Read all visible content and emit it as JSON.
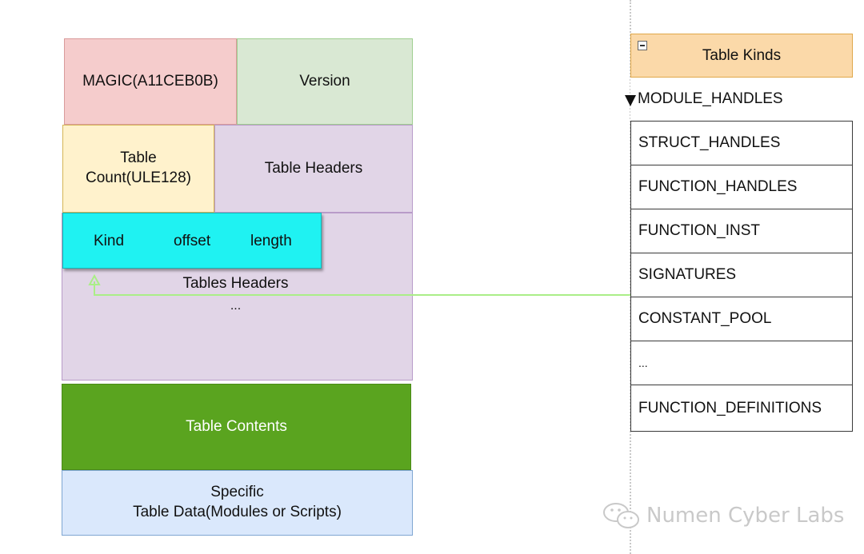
{
  "binary_layout": {
    "magic": "MAGIC(A11CEB0B)",
    "version": "Version",
    "table_count": "Table\nCount(ULE128)",
    "table_headers": "Table Headers",
    "header_entry": {
      "kind": "Kind",
      "offset": "offset",
      "length": "length"
    },
    "tables_headers": "Tables Headers",
    "tables_headers_ellipsis": "...",
    "table_contents": "Table Contents",
    "specific_table_data": "Specific\nTable Data(Modules or  Scripts)"
  },
  "table_kinds": {
    "title": "Table Kinds",
    "items": [
      "MODULE_HANDLES",
      "STRUCT_HANDLES",
      "FUNCTION_HANDLES",
      "FUNCTION_INST",
      "SIGNATURES",
      "CONSTANT_POOL",
      "...",
      "FUNCTION_DEFINITIONS"
    ]
  },
  "watermark": {
    "text": "Numen Cyber Labs",
    "icon": "wechat-icon"
  },
  "colors": {
    "magic_fill": "#f5cccc",
    "magic_border": "#d99b9b",
    "version_fill": "#d9e8d3",
    "version_border": "#9fce90",
    "count_fill": "#fff2cc",
    "count_border": "#d6b656",
    "headers_fill": "#e1d5e7",
    "headers_border": "#b89bc9",
    "entry_fill": "#1ff2f2",
    "contents_fill": "#5aa41f",
    "data_fill": "#dae8fc",
    "data_border": "#7fa6d2",
    "kinds_header_fill": "#fbd9a9",
    "kinds_header_border": "#e0a84a",
    "arrow": "#aaee88"
  }
}
